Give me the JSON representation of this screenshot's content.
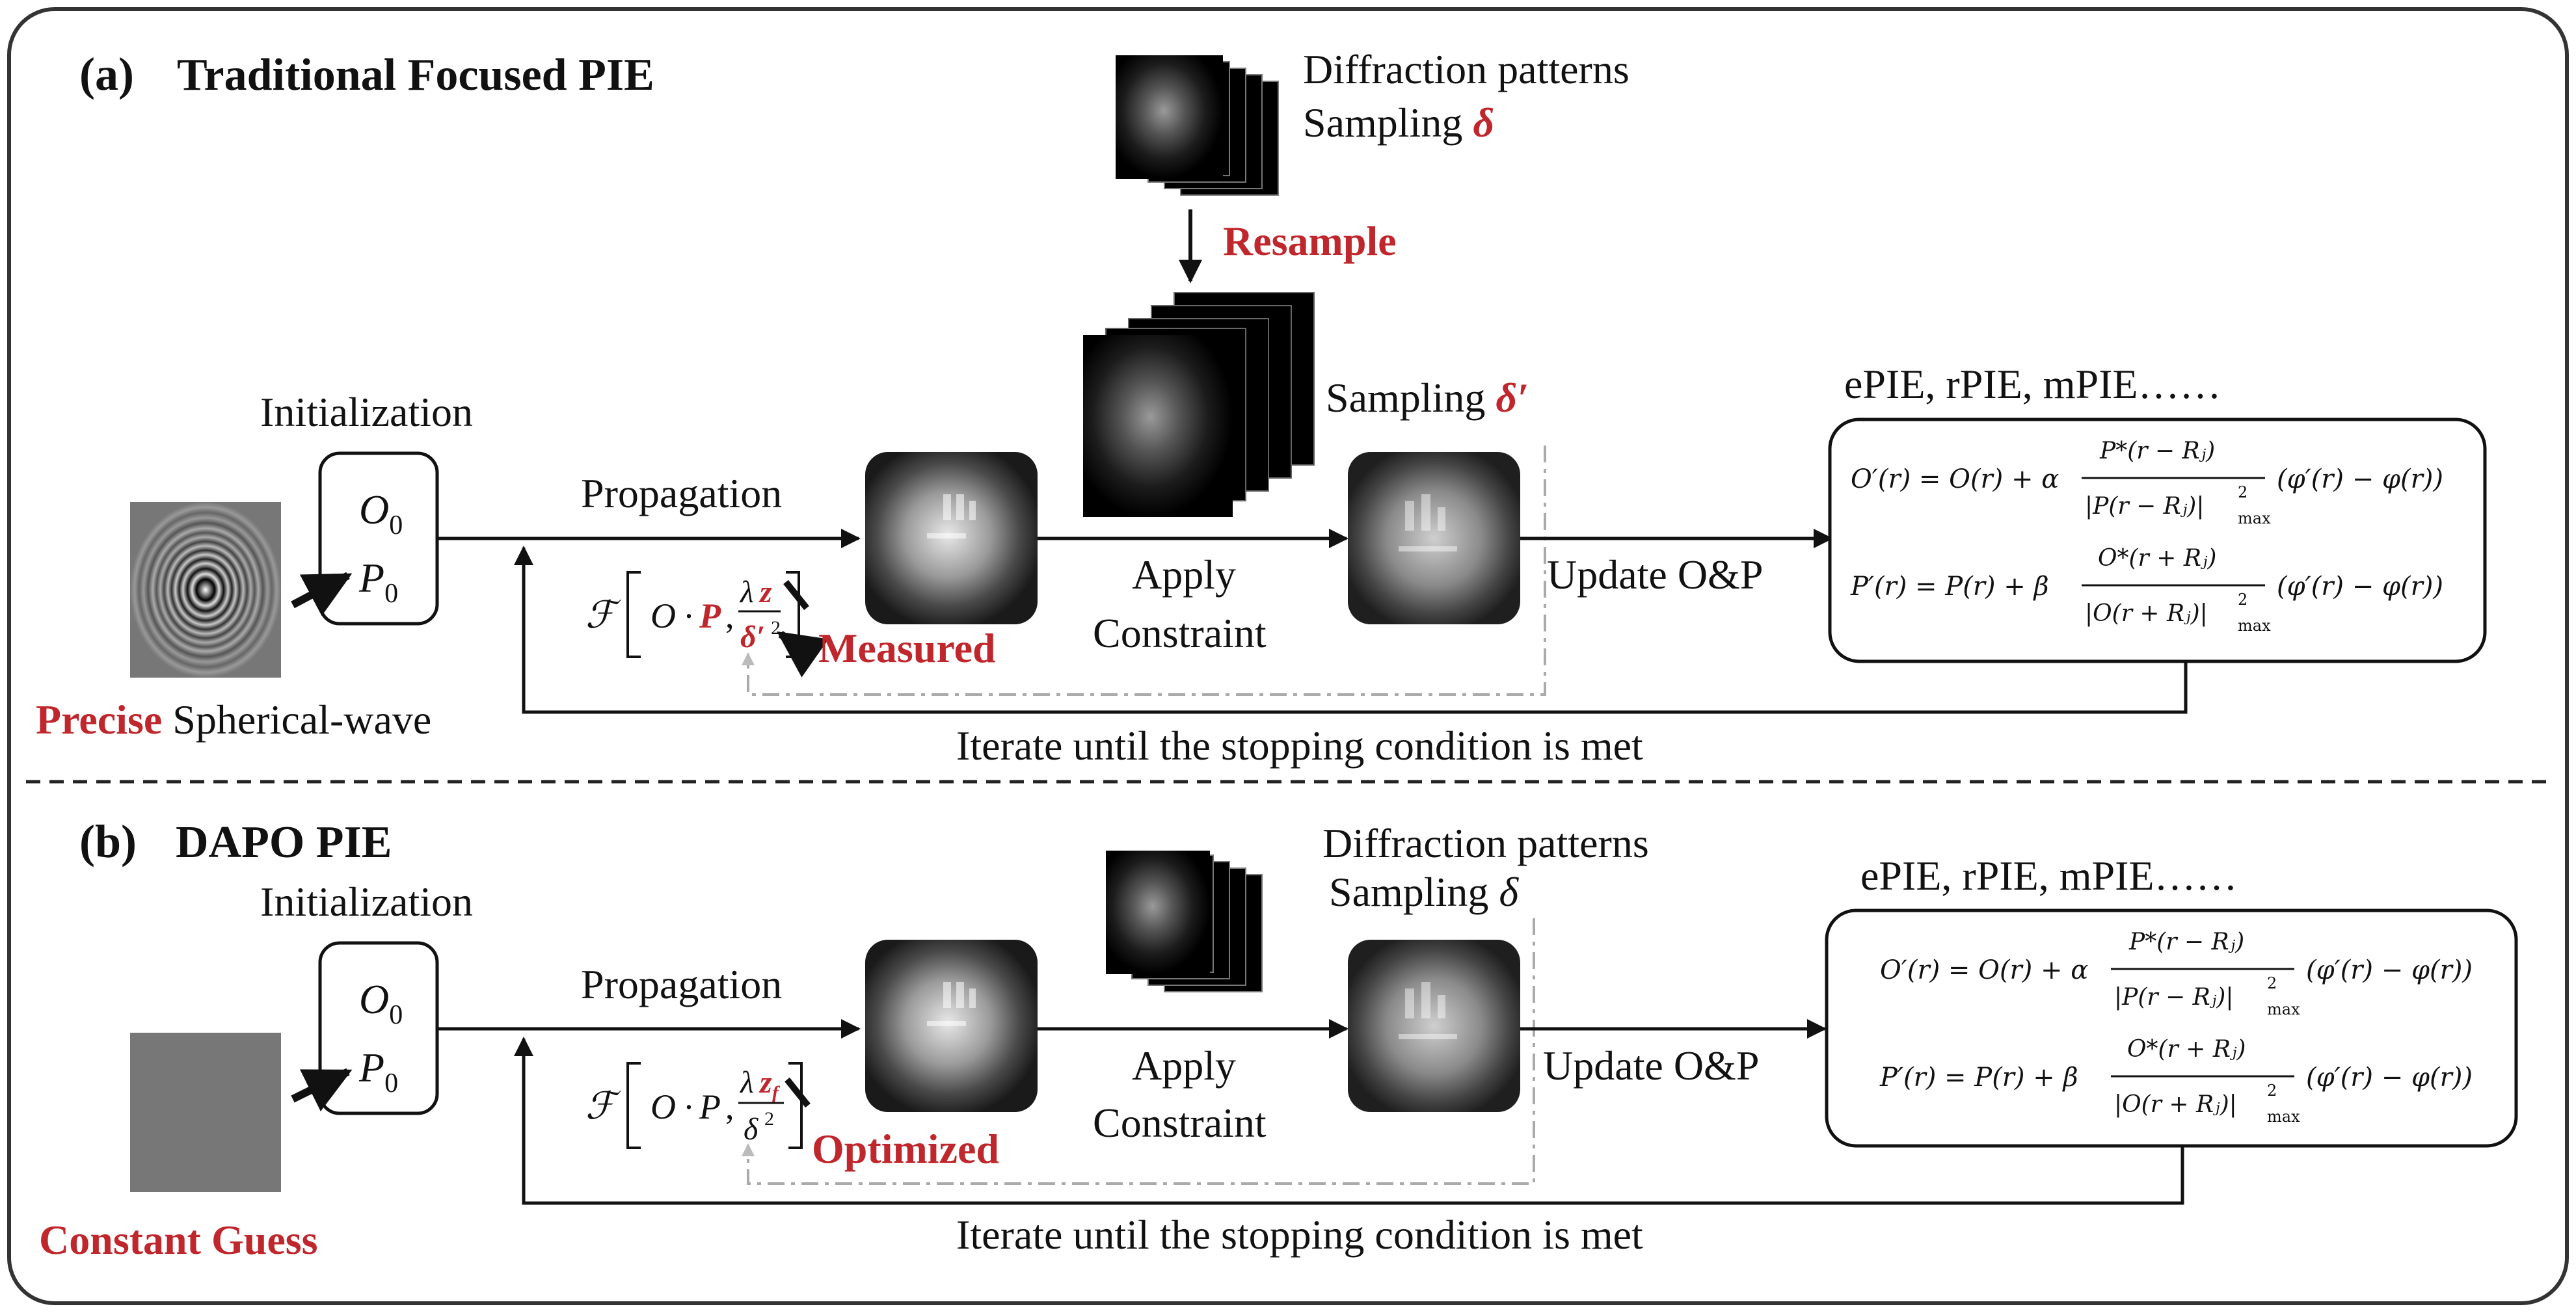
{
  "panel_a": {
    "label": "(a)",
    "title": "Traditional Focused PIE",
    "diffraction_title": "Diffraction patterns",
    "sampling_word": "Sampling",
    "delta": "δ",
    "resample": "Resample",
    "sampling_prime_word": "Sampling",
    "delta_prime": "δ′",
    "initialization": "Initialization",
    "o0": "O",
    "o0_sub": "0",
    "p0": "P",
    "p0_sub": "0",
    "propagation": "Propagation",
    "prop_F": "ℱ",
    "prop_O": "O",
    "prop_dot": "·",
    "prop_P": "P",
    "prop_comma": ",",
    "prop_lambda": "λ",
    "prop_z": "z",
    "prop_den": "δ′",
    "prop_den_sup": "2",
    "measured": "Measured",
    "apply": "Apply",
    "constraint": "Constraint",
    "update": "Update O&P",
    "algorithms": "ePIE, rPIE, mPIE……",
    "precise": "Precise",
    "spherical": "Spherical-wave",
    "iterate": "Iterate until the stopping condition is met"
  },
  "panel_b": {
    "label": "(b)",
    "title": "DAPO PIE",
    "initialization": "Initialization",
    "o0": "O",
    "o0_sub": "0",
    "p0": "P",
    "p0_sub": "0",
    "propagation": "Propagation",
    "prop_F": "ℱ",
    "prop_O": "O",
    "prop_dot": "·",
    "prop_P": "P",
    "prop_comma": ",",
    "prop_lambda": "λ",
    "prop_z": "z",
    "prop_z_sub": "f",
    "prop_den": "δ",
    "prop_den_sup": "2",
    "optimized": "Optimized",
    "diffraction_title": "Diffraction patterns",
    "sampling_word": "Sampling",
    "delta": "δ",
    "apply": "Apply",
    "constraint": "Constraint",
    "update": "Update O&P",
    "algorithms": "ePIE, rPIE, mPIE……",
    "constant_guess": "Constant Guess",
    "iterate": "Iterate until the stopping condition is met"
  },
  "equations": {
    "o_lhs": "O′(r) = O(r) + α",
    "o_num": "P*(r − Rⱼ)",
    "o_den": "|P(r − Rⱼ)|",
    "o_den_sup": "2",
    "o_den_sub": "max",
    "o_tail": "(φ′(r) − φ(r))",
    "p_lhs": "P′(r) = P(r) + β",
    "p_num": "O*(r + Rⱼ)",
    "p_den": "|O(r + Rⱼ)|",
    "p_den_sup": "2",
    "p_den_sub": "max",
    "p_tail": "(φ′(r) − φ(r))"
  },
  "colors": {
    "accent_red": "#c0272d",
    "frame": "#333333",
    "dashed": "#aaaaaa"
  }
}
